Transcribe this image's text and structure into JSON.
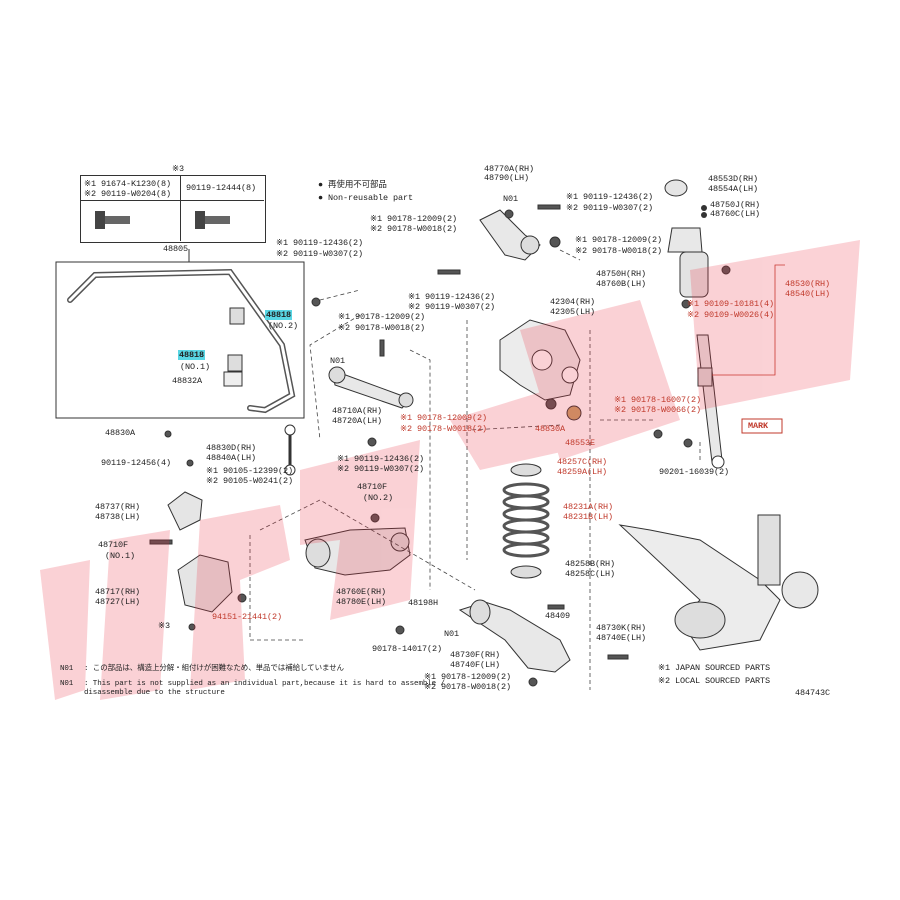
{
  "legend": {
    "non_reusable_jp": "再使用不可部品",
    "non_reusable_en": "Non-reusable part"
  },
  "bolt_table": {
    "header": "※3",
    "col1_line1": "※1 91674-K1230(8)",
    "col1_line2": "※2 90119-W0204(8)",
    "col2": "90119-12444(8)"
  },
  "labels": {
    "l48805": "48805",
    "l48818_no2": "48818",
    "no2": "(NO.2)",
    "l48818_no1": "48818",
    "no1": "(NO.1)",
    "l48832a": "48832A",
    "l48830a": "48830A",
    "bolt_12456": "90119-12456(4)",
    "b_top1": "※1 90119-12436(2)",
    "b_top2": "※2 90119-W0307(2)",
    "l48770a": "48770A(RH)",
    "l48790": "48790(LH)",
    "n01_a": "N01",
    "r_12436": "※1 90119-12436(2)",
    "r_w0307": "※2 90119-W0307(2)",
    "l_12009": "※1 90178-12009(2)",
    "l_w0018": "※2 90178-W0018(2)",
    "m_12009": "※1 90178-12009(2)",
    "m_w0018": "※2 90178-W0018(2)",
    "l48553d": "48553D(RH)",
    "l48554a": "48554A(LH)",
    "l48750j": "48750J(RH)",
    "l48760c": "48760C(LH)",
    "l48750h": "48750H(RH)",
    "l48760b": "48760B(LH)",
    "l48530": "48530(RH)",
    "l48540": "48540(LH)",
    "s_10181": "※1 90109-10181(4)",
    "s_w0026": "※2 90109-W0026(4)",
    "c_12436": "※1 90119-12436(2)",
    "c_w0307": "※2 90119-W0307(2)",
    "l42304": "42304(RH)",
    "l42305": "42305(LH)",
    "u_12009": "※1 90178-12009(2)",
    "u_w0018": "※2 90178-W0018(2)",
    "n01_b": "N01",
    "l48710a": "48710A(RH)",
    "l48720a": "48720A(LH)",
    "lo_12009": "※1 90178-12009(2)",
    "lo_w0018": "※2 90178-W0018(2)",
    "l48830a_2": "48830A",
    "l48553e": "48553E",
    "k_16007": "※1 90178-16007(2)",
    "k_w0066": "※2 90178-W0066(2)",
    "mark": "MARK",
    "l48830d": "48830D(RH)",
    "l48840a": "48840A(LH)",
    "sl_12436": "※1 90119-12436(2)",
    "sl_w0307": "※2 90119-W0307(2)",
    "sl_12399": "※1 90105-12399(2)",
    "sl_w0241": "※2 90105-W0241(2)",
    "l48257c": "48257C(RH)",
    "l48259a": "48259A(LH)",
    "nut_16039": "90201-16039(2)",
    "l48737": "48737(RH)",
    "l48738": "48738(LH)",
    "l48710f_a": "48710F",
    "l48710f_a_no": "(NO.2)",
    "l48231a": "48231A(RH)",
    "l48231b": "48231B(LH)",
    "l48710f_b": "48710F",
    "l48710f_b_no": "(NO.1)",
    "l48760e": "48760E(RH)",
    "l48780e": "48780E(LH)",
    "l48258b": "48258B(RH)",
    "l48258c": "48258C(LH)",
    "l48717": "48717(RH)",
    "l48727": "48727(LH)",
    "l48198h": "48198H",
    "l48409": "48409",
    "n_21441": "94151-21441(2)",
    "s3": "※3",
    "l_14017": "90178-14017(2)",
    "n01_c": "N01",
    "l48730f": "48730F(RH)",
    "l48740f": "48740F(LH)",
    "l48730k": "48730K(RH)",
    "l48740e": "48740E(LH)",
    "b_12009": "※1 90178-12009(2)",
    "b_w0018": "※2 90178-W0018(2)",
    "japan": "※1 JAPAN SOURCED PARTS",
    "local": "※2 LOCAL SOURCED PARTS",
    "fig_no": "484743C",
    "note_jp_tag": "N01",
    "note_jp": ": この部品は、構造上分解・組付けが困難なため、単品では補給していません",
    "note_en_tag": "N01",
    "note_en1": ": This part is not supplied as an individual part,because it is hard to assemble /",
    "note_en2": "  disassemble due to the structure"
  }
}
